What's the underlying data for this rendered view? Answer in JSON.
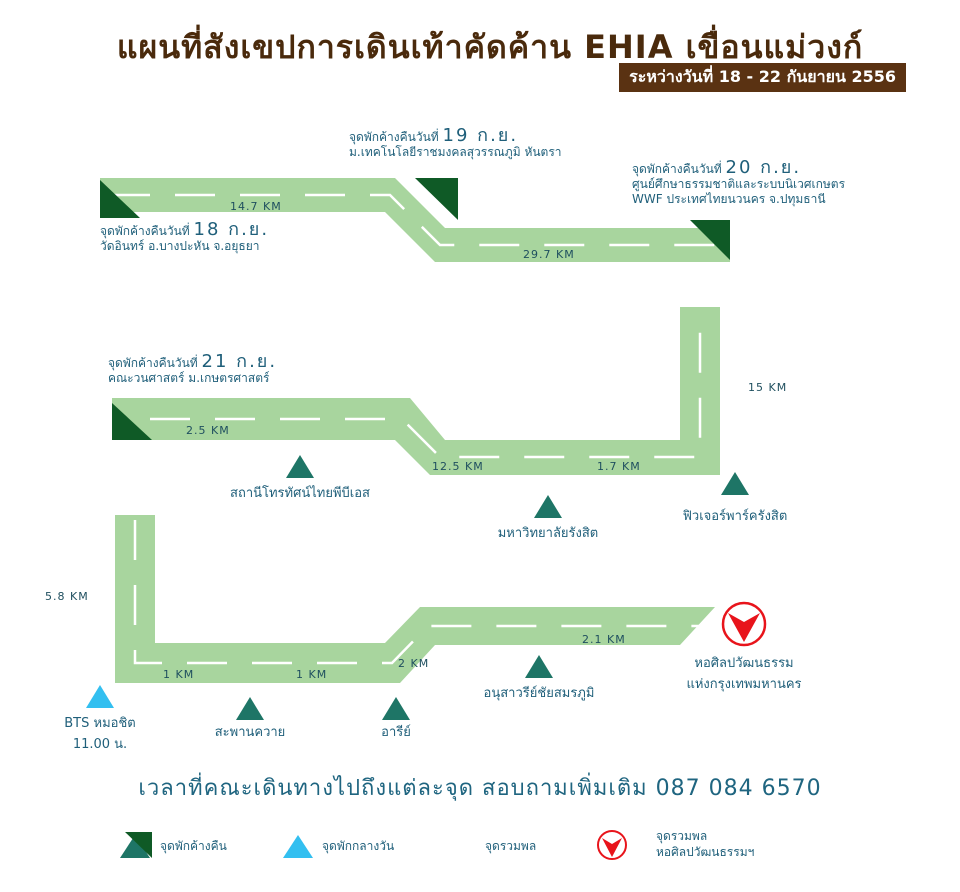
{
  "title": "แผนที่สังเขปการเดินเท้าคัดค้าน EHIA เขื่อนแม่วงก์",
  "subtitle": "ระหว่างวันที่ 18 - 22 กันยายน 2556",
  "stops": [
    {
      "prefix": "จุดพักค้างคืนวันที่",
      "date": "18 ก.ย.",
      "place": "วัดอินทร์ อ.บางปะหัน จ.อยุธยา"
    },
    {
      "prefix": "จุดพักค้างคืนวันที่",
      "date": "19 ก.ย.",
      "place": "ม.เทคโนโลยีราชมงคลสุวรรณภูมิ หันตรา"
    },
    {
      "prefix": "จุดพักค้างคืนวันที่",
      "date": "20 ก.ย.",
      "place": "ศูนย์ศึกษาธรรมชาติและระบบนิเวศเกษตร",
      "place2": "WWF ประเทศไทยนวนคร จ.ปทุมธานี"
    },
    {
      "prefix": "จุดพักค้างคืนวันที่",
      "date": "21 ก.ย.",
      "place": "คณะวนศาสตร์ ม.เกษตรศาสตร์"
    }
  ],
  "distances": [
    "14.7 KM",
    "29.7 KM",
    "15 KM",
    "1.7 KM",
    "12.5 KM",
    "2.5 KM",
    "5.8 KM",
    "1 KM",
    "1 KM",
    "2 KM",
    "2.1 KM"
  ],
  "waypoints": [
    "สถานีโทรทัศน์ไทยพีบีเอส",
    "มหาวิทยาลัยรังสิต",
    "ฟิวเจอร์พาร์ครังสิต",
    "สะพานควาย",
    "อารีย์",
    "อนุสาวรีย์ชัยสมรภูมิ"
  ],
  "meeting": {
    "name": "BTS หมอชิต",
    "time": "11.00 น."
  },
  "destination": {
    "line1": "หอศิลปวัฒนธรรม",
    "line2": "แห่งกรุงเทพมหานคร"
  },
  "footer": "เวลาที่คณะเดินทางไปถึงแต่ละจุด สอบถามเพิ่มเติม 087 084 6570",
  "legend": [
    "จุดพักค้างคืน",
    "จุดพักกลางวัน",
    "จุดรวมพล",
    "จุดรวมพล",
    "หอศิลปวัฒนธรรมฯ"
  ],
  "colors": {
    "road": "#a8d59e",
    "overnight": "#0f5a26",
    "rest": "#1e7566",
    "meeting": "#33bff0",
    "destination": "#e8141b"
  }
}
